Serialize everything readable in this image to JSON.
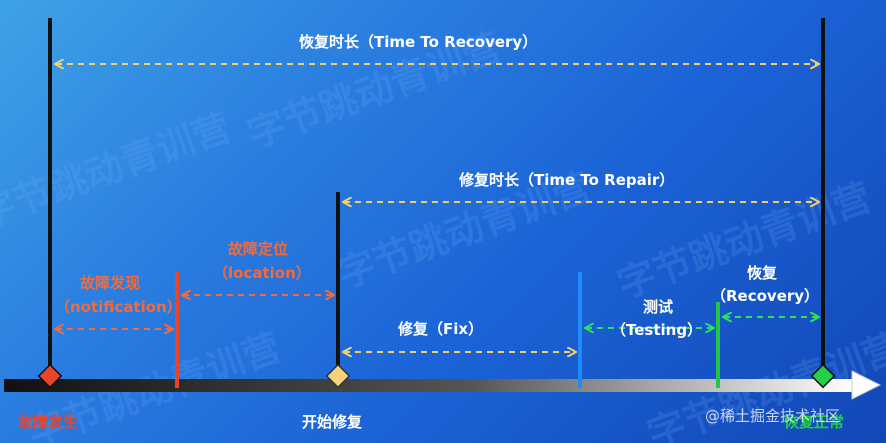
{
  "diagram": {
    "watermark": "字节跳动青训营",
    "labels": {
      "time_to_recovery": "恢复时长（Time To Recovery）",
      "time_to_repair": "修复时长（Time To Repair）",
      "locate_cn": "故障定位",
      "locate_en": "（location）",
      "notify_cn": "故障发现",
      "notify_en": "（notification）",
      "fix": "修复（Fix）",
      "test_cn": "测试",
      "test_en": "（Testing）",
      "recovery_cn": "恢复",
      "recovery_en": "（Recovery）"
    },
    "milestones": {
      "fault_occurs": "故障发生",
      "start_repair": "开始修复",
      "recovery_complete": "恢复正常"
    },
    "credit": "@稀土掘金技术社区",
    "colors": {
      "white": "#ffffff",
      "orange_red": "#e8452a",
      "orange_text": "#f46a3a",
      "yellow_arrow": "#f2d16b",
      "blue_line": "#1e8cff",
      "green": "#22c44a",
      "green_text": "#5fe05f",
      "black_line": "#111111"
    }
  }
}
